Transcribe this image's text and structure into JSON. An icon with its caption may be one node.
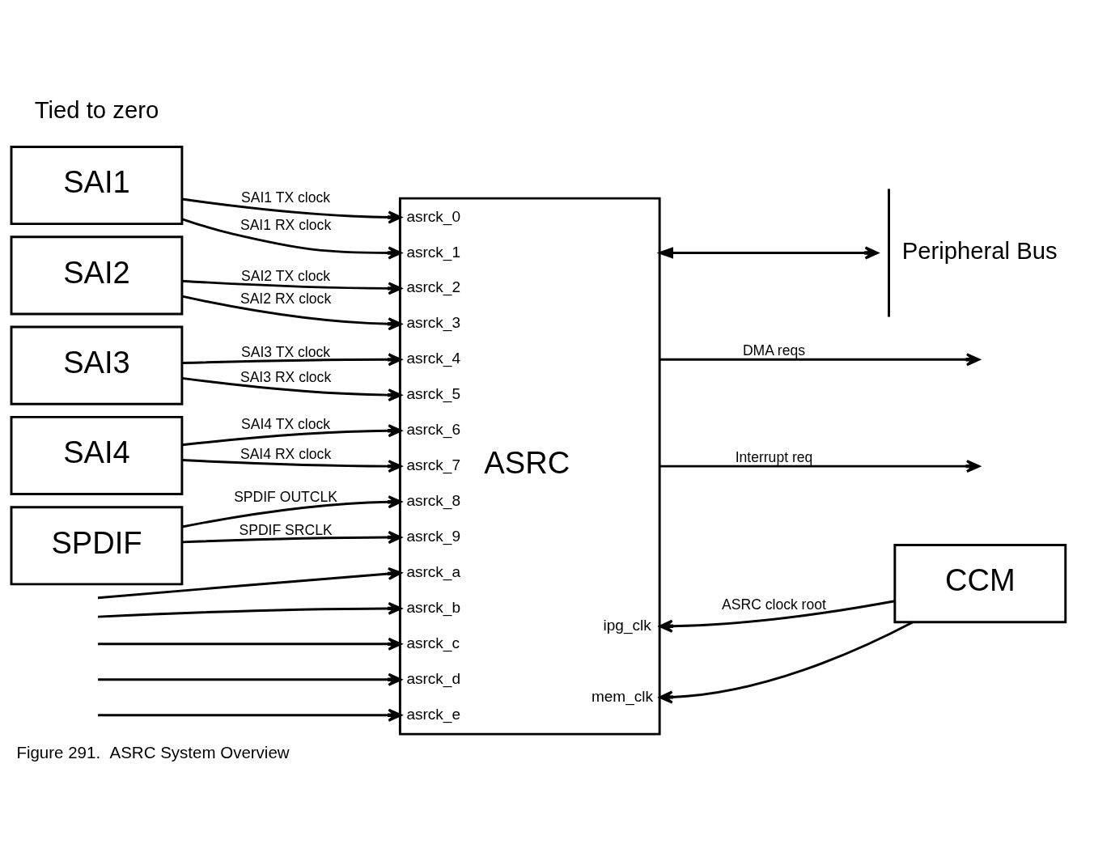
{
  "diagram": {
    "caption": "Figure 291.  ASRC System Overview",
    "nodes": [
      {
        "text": [
          "SAI1"
        ]
      },
      {
        "text": [
          "SAI2"
        ]
      },
      {
        "text": [
          "SAI3"
        ]
      },
      {
        "text": [
          "SAI4"
        ]
      },
      {
        "text": [
          "SPDIF"
        ]
      },
      {
        "text": [
          "ASRC",
          "asrck_0",
          "asrck_1",
          "asrck_2",
          "asrck_3",
          "asrck_4",
          "asrck_5",
          "asrck_6",
          "asrck_7",
          "asrck_8",
          "asrck_9",
          "asrck_a",
          "asrck_b",
          "asrck_c",
          "asrck_d",
          "asrck_e",
          "ipg_clk",
          "mem_clk"
        ]
      },
      {
        "text": [
          "Peripheral Bus"
        ]
      },
      {
        "text": [
          "CCM"
        ]
      }
    ],
    "edges": [
      {
        "from": 0,
        "to": 5,
        "label": "SAI1 TX clock",
        "arrow": "to"
      },
      {
        "from": 0,
        "to": 5,
        "label": "SAI1 RX clock",
        "arrow": "to"
      },
      {
        "from": 1,
        "to": 5,
        "label": "SAI2 TX clock",
        "arrow": "to"
      },
      {
        "from": 1,
        "to": 5,
        "label": "SAI2 RX clock",
        "arrow": "to"
      },
      {
        "from": 2,
        "to": 5,
        "label": "SAI3 TX clock",
        "arrow": "to"
      },
      {
        "from": 2,
        "to": 5,
        "label": "SAI3 RX clock",
        "arrow": "to"
      },
      {
        "from": 3,
        "to": 5,
        "label": "SAI4 TX clock",
        "arrow": "to"
      },
      {
        "from": 3,
        "to": 5,
        "label": "SAI4 RX clock",
        "arrow": "to"
      },
      {
        "from": 4,
        "to": 5,
        "label": "SPDIF OUTCLK",
        "arrow": "to"
      },
      {
        "from": 4,
        "to": 5,
        "label": "SPDIF SRCLK",
        "arrow": "to"
      },
      {
        "from": 5,
        "to": 6,
        "arrow": "both"
      },
      {
        "from": 5,
        "to": null,
        "label": "DMA reqs",
        "arrow": "to"
      },
      {
        "from": 5,
        "to": null,
        "label": "Interrupt req",
        "arrow": "to"
      },
      {
        "from": null,
        "to": 5,
        "arrow": "to"
      },
      {
        "from": null,
        "to": 5,
        "arrow": "to"
      },
      {
        "from": null,
        "to": 5,
        "arrow": "to"
      },
      {
        "from": null,
        "to": 5,
        "arrow": "to"
      },
      {
        "from": null,
        "to": 5,
        "arrow": "to"
      },
      {
        "from": 7,
        "to": 5,
        "label": "ASRC clock root",
        "arrow": "to"
      },
      {
        "from": 7,
        "to": 5,
        "arrow": "to"
      }
    ],
    "labels": [
      "Tied to zero"
    ]
  }
}
